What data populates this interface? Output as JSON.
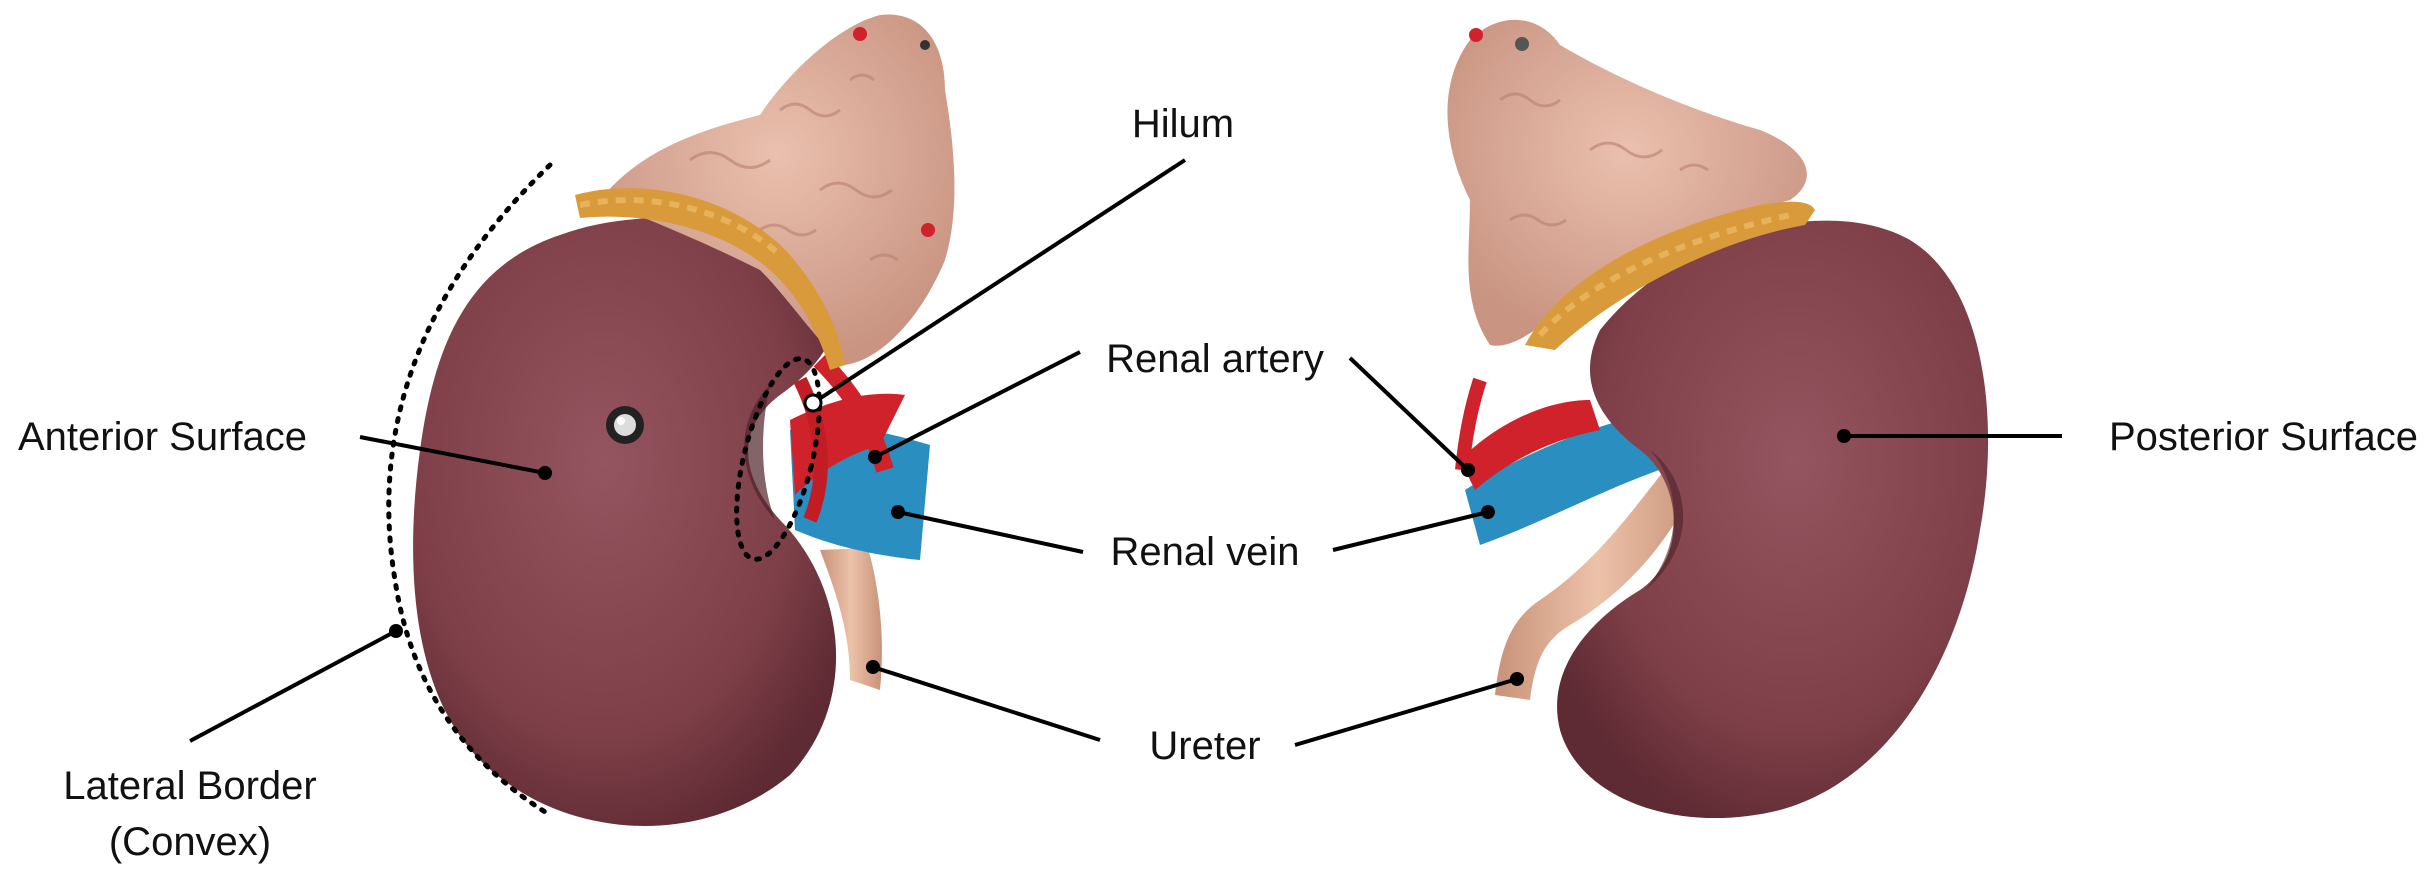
{
  "labels": {
    "hilum": "Hilum",
    "renal_artery": "Renal artery",
    "anterior_surface": "Anterior Surface",
    "posterior_surface": "Posterior Surface",
    "renal_vein": "Renal vein",
    "ureter": "Ureter",
    "lateral_border_line1": "Lateral Border",
    "lateral_border_line2": "(Convex)"
  },
  "colors": {
    "kidney": "#7e3f48",
    "kidney_shadow": "#5e2a33",
    "adrenal": "#d9a896",
    "fat": "#d89a3a",
    "artery": "#d0222b",
    "vein": "#2a8fc0",
    "ureter": "#e0b096",
    "leader": "#000000"
  }
}
